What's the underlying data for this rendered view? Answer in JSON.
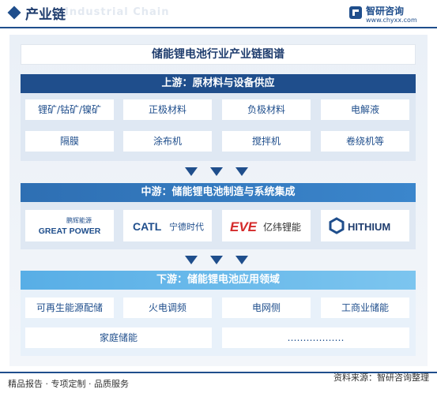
{
  "header": {
    "title": "产业链",
    "ghost_text": "Industrial Chain",
    "logo_name": "智研咨询",
    "logo_url": "www.chyxx.com",
    "accent_color": "#1f4e8c"
  },
  "diagram": {
    "title": "储能锂电池行业产业链图谱",
    "upstream": {
      "heading": "上游：原材料与设备供应",
      "items": [
        "锂矿/钴矿/镍矿",
        "正极材料",
        "负极材料",
        "电解液",
        "隔膜",
        "涂布机",
        "搅拌机",
        "卷绕机等"
      ]
    },
    "midstream": {
      "heading": "中游：储能锂电池制造与系统集成",
      "brands": [
        {
          "cn": "鹏辉能源",
          "en": "GREAT POWER"
        },
        {
          "cn": "宁德时代",
          "en": "CATL"
        },
        {
          "cn": "亿纬锂能",
          "en": "EVE"
        },
        {
          "en": "HITHIUM"
        }
      ]
    },
    "downstream": {
      "heading": "下游：储能锂电池应用领域",
      "items": [
        "可再生能源配储",
        "火电调频",
        "电网侧",
        "工商业储能",
        "家庭储能",
        "………………"
      ]
    }
  },
  "footer": {
    "left": "精品报告 · 专项定制 · 品质服务",
    "right": "资料来源：智研咨询整理"
  }
}
